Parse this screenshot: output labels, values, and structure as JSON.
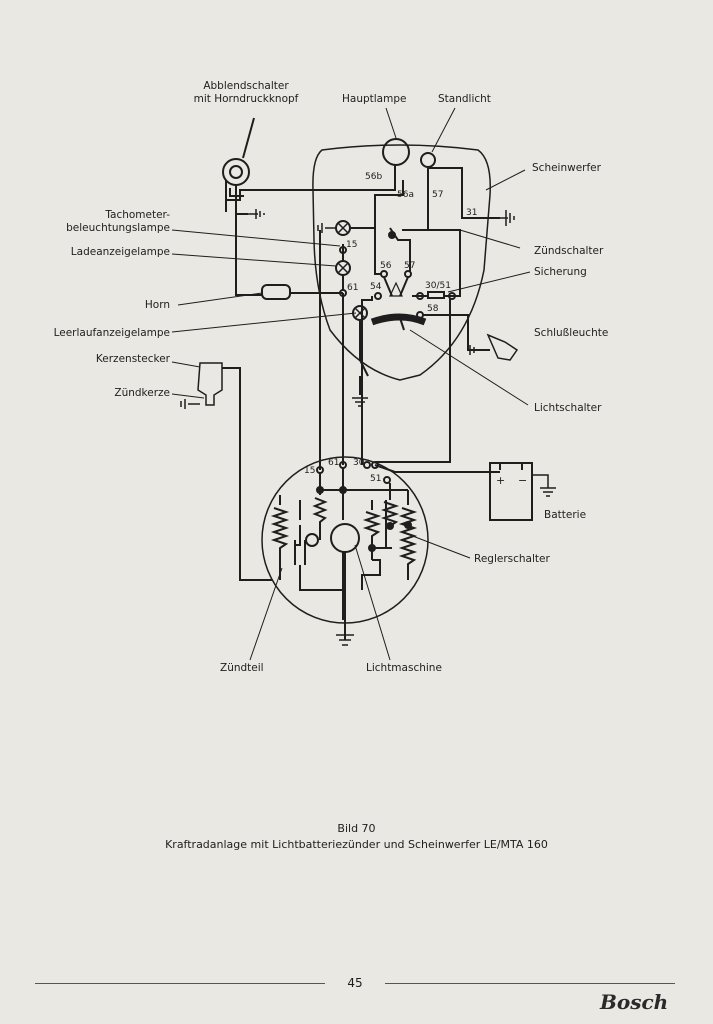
{
  "labels": {
    "abblendschalter": "Abblendschalter\nmit Horndruckknopf",
    "hauptlampe": "Hauptlampe",
    "standlicht": "Standlicht",
    "scheinwerfer": "Scheinwerfer",
    "tachometer": "Tachometer-\nbeleuchtungslampe",
    "zuendschalter": "Zündschalter",
    "ladeanzeigelampe": "Ladeanzeigelampe",
    "sicherung": "Sicherung",
    "horn": "Horn",
    "schlussleuchte": "Schlußleuchte",
    "leerlaufanzeigelampe": "Leerlaufanzeigelampe",
    "kerzenstecker": "Kerzenstecker",
    "zuendkerze": "Zündkerze",
    "lichtschalter": "Lichtschalter",
    "batterie": "Batterie",
    "reglerschalter": "Reglerschalter",
    "zuendteil": "Zündteil",
    "lichtmaschine": "Lichtmaschine"
  },
  "terminals": {
    "t56b": "56b",
    "t56a": "56a",
    "t57a": "57",
    "t31": "31",
    "t15a": "15",
    "t56": "56",
    "t57b": "57",
    "t61a": "61",
    "t54": "54",
    "t3051": "30/51",
    "t58": "58",
    "t15b": "15",
    "t61b": "61",
    "t30": "30",
    "t51": "51",
    "plus": "+",
    "minus": "−"
  },
  "caption": {
    "figure": "Bild 70",
    "text": "Kraftradanlage mit Lichtbatteriezünder und Scheinwerfer LE/MTA 160"
  },
  "page_number": "45",
  "brand": "Bosch"
}
